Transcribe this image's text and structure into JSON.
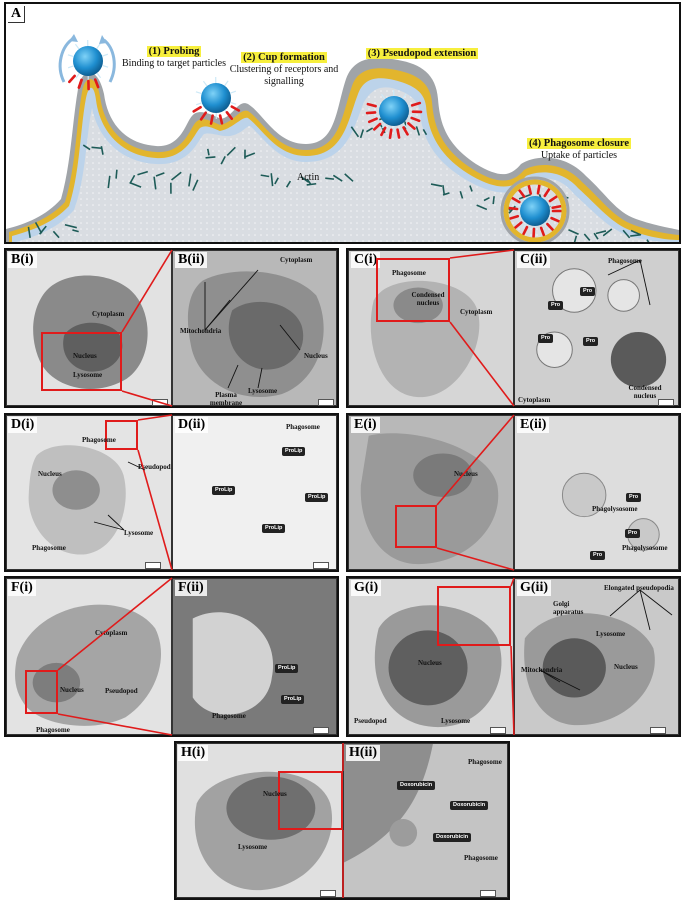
{
  "panel_a": {
    "letter": "A",
    "actin_label": "Actin",
    "steps": [
      {
        "title": "(1) Probing",
        "desc": "Binding to target particles"
      },
      {
        "title": "(2) Cup formation",
        "desc": "Clustering of receptors and signalling"
      },
      {
        "title": "(3) Pseudopod extension",
        "desc": ""
      },
      {
        "title": "(4) Phagosome closure",
        "desc": "Uptake of particles"
      }
    ]
  },
  "panels": {
    "b1": {
      "label": "B(i)",
      "annotations": [
        "Cytoplasm",
        "Nucleus",
        "Lysosome"
      ]
    },
    "b2": {
      "label": "B(ii)",
      "annotations": [
        "Cytoplasm",
        "Mitochondria",
        "Nucleus",
        "Plasma membrane",
        "Lysosome"
      ]
    },
    "c1": {
      "label": "C(i)",
      "annotations": [
        "Phagosome",
        "Condensed nucleus",
        "Cytoplasm"
      ]
    },
    "c2": {
      "label": "C(ii)",
      "annotations": [
        "Phagosome",
        "Cytoplasm",
        "Condensed nucleus"
      ],
      "tags": [
        "Pro",
        "Pro",
        "Pro",
        "Pro"
      ]
    },
    "d1": {
      "label": "D(i)",
      "annotations": [
        "Phagosome",
        "Nucleus",
        "Pseudopod",
        "Lysosome",
        "Phagosome"
      ]
    },
    "d2": {
      "label": "D(ii)",
      "annotations": [
        "Phagosome"
      ],
      "tags": [
        "ProLip",
        "ProLip",
        "ProLip",
        "ProLip"
      ]
    },
    "e1": {
      "label": "E(i)",
      "annotations": [
        "Nucleus"
      ]
    },
    "e2": {
      "label": "E(ii)",
      "annotations": [
        "Phagolysosome",
        "Phagolysosome"
      ],
      "tags": [
        "Pro",
        "Pro",
        "Pro"
      ]
    },
    "f1": {
      "label": "F(i)",
      "annotations": [
        "Cytoplasm",
        "Nucleus",
        "Pseudopod",
        "Phagosome"
      ]
    },
    "f2": {
      "label": "F(ii)",
      "annotations": [
        "Phagosome"
      ],
      "tags": [
        "ProLip",
        "ProLip"
      ]
    },
    "g1": {
      "label": "G(i)",
      "annotations": [
        "Nucleus",
        "Pseudopod",
        "Lysosome"
      ]
    },
    "g2": {
      "label": "G(ii)",
      "annotations": [
        "Elongated pseudopodia",
        "Golgi apparatus",
        "Lysosome",
        "Nucleus",
        "Mitochondria"
      ]
    },
    "h1": {
      "label": "H(i)",
      "annotations": [
        "Nucleus",
        "Lysosome"
      ]
    },
    "h2": {
      "label": "H(ii)",
      "annotations": [
        "Phagosome",
        "Phagosome"
      ],
      "tags": [
        "Doxorubicin",
        "Doxorubicin",
        "Doxorubicin"
      ]
    }
  },
  "colors": {
    "highlight": "#f7ef3d",
    "zoom_box": "#e01b1b",
    "particle": "#1f8fd0",
    "receptor": "#e01b1b",
    "membrane": "#e2b52d",
    "actin": "#1d5b57"
  }
}
